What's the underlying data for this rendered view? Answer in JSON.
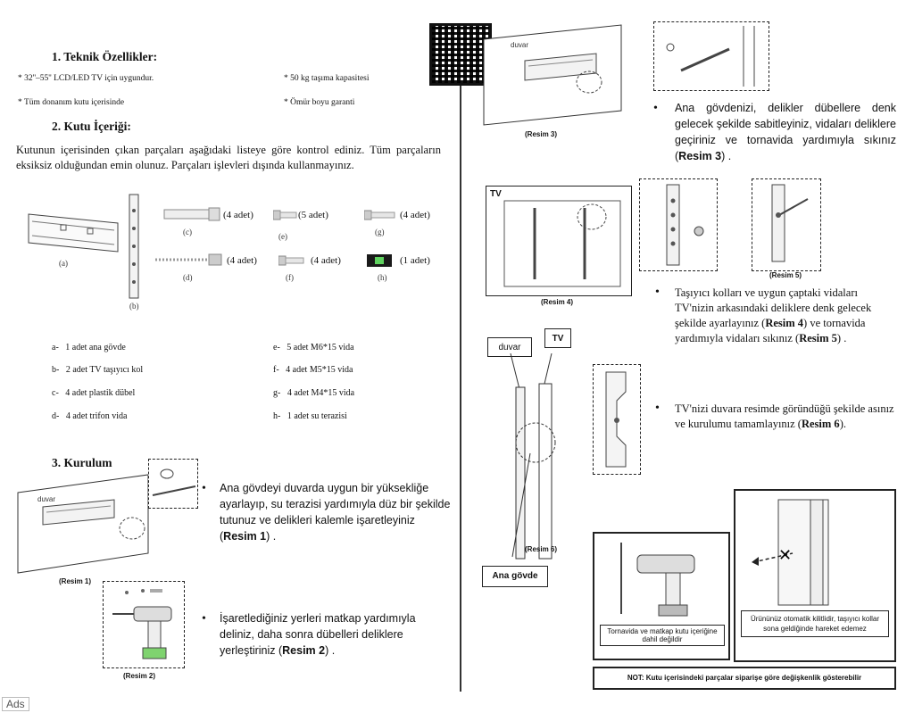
{
  "section1": {
    "title": "1.  Teknik Özellikler:",
    "specs": [
      "* 32''–55'' LCD/LED TV için uygundur.",
      "* 50 kg taşıma kapasitesi",
      "* Tüm donanım kutu içerisinde",
      "* Ömür boyu garanti"
    ]
  },
  "section2": {
    "title": "2.  Kutu İçeriği:",
    "paragraph": "Kutunun içerisinden çıkan parçaları aşağıdaki listeye göre kontrol ediniz. Tüm parçaların eksiksiz olduğundan emin olunuz. Parçaları işlevleri dışında kullanmayınız.",
    "part_labels": [
      "(a)",
      "(b)",
      "(c)",
      "(d)",
      "(e)",
      "(f)",
      "(g)",
      "(h)"
    ],
    "quantities": {
      "c": "(4 adet)",
      "e": "(5 adet)",
      "g": "(4 adet)",
      "d": "(4 adet)",
      "f": "(4 adet)",
      "h": "(1 adet)"
    },
    "parts_list": [
      {
        "key": "a-",
        "text": "1 adet ana gövde"
      },
      {
        "key": "b-",
        "text": "2 adet TV taşıyıcı kol"
      },
      {
        "key": "c-",
        "text": "4 adet plastik dübel"
      },
      {
        "key": "d-",
        "text": "4 adet trifon vida"
      },
      {
        "key": "e-",
        "text": "5 adet M6*15 vida"
      },
      {
        "key": "f-",
        "text": "4 adet M5*15 vida"
      },
      {
        "key": "g-",
        "text": "4 adet M4*15 vida"
      },
      {
        "key": "h-",
        "text": "1 adet su terazisi"
      }
    ]
  },
  "section3": {
    "title": "3.  Kurulum",
    "step1": {
      "pre": "Ana gövdeyi duvarda uygun bir yüksekliğe ayarlayıp, su terazisi yardımıyla düz bir şekilde tutunuz ve delikleri kalemle işaretleyiniz (",
      "ref": "Resim 1",
      "post": ") .",
      "caption": "(Resim 1)",
      "wall": "duvar"
    },
    "step2": {
      "pre": "İşaretlediğiniz yerleri matkap yardımıyla deliniz, daha sonra dübelleri deliklere yerleştiriniz (",
      "ref": "Resim 2",
      "post": ") .",
      "caption": "(Resim 2)"
    }
  },
  "right": {
    "step3": {
      "wall": "duvar",
      "caption": "(Resim 3)",
      "pre": "Ana gövdenizi, delikler dübellere denk gelecek şekilde sabitleyiniz, vidaları deliklere geçiriniz ve tornavida yardımıyla sıkınız (",
      "ref": "Resim 3",
      "post": ") ."
    },
    "step4": {
      "tv": "TV",
      "caption4": "(Resim 4)",
      "caption5": "(Resim 5)",
      "pre": "Taşıyıcı kolları ve uygun çaptaki vidaları TV'nizin arkasındaki deliklere denk gelecek şekilde ayarlayınız (",
      "ref1": "Resim 4",
      "mid": ") ve tornavida yardımıyla vidaları sıkınız (",
      "ref2": "Resim 5",
      "post": ") ."
    },
    "step6": {
      "wall": "duvar",
      "tv": "TV",
      "caption": "(Resim 6)",
      "body": "Ana gövde",
      "pre": "TV'nizi duvara resimde göründüğü şekilde asınız ve kurulumu tamamlayınız (",
      "ref": "Resim 6",
      "post": ")."
    },
    "note_tools": "Tornavida ve matkap kutu içeriğine dahil değildir",
    "note_lock": "Ürününüz otomatik kilitlidir, taşıyıcı kollar sona geldiğinde hareket edemez",
    "note_bottom": "NOT: Kutu içerisindeki parçalar siparişe göre değişkenlik gösterebilir"
  },
  "ads_label": "Ads"
}
